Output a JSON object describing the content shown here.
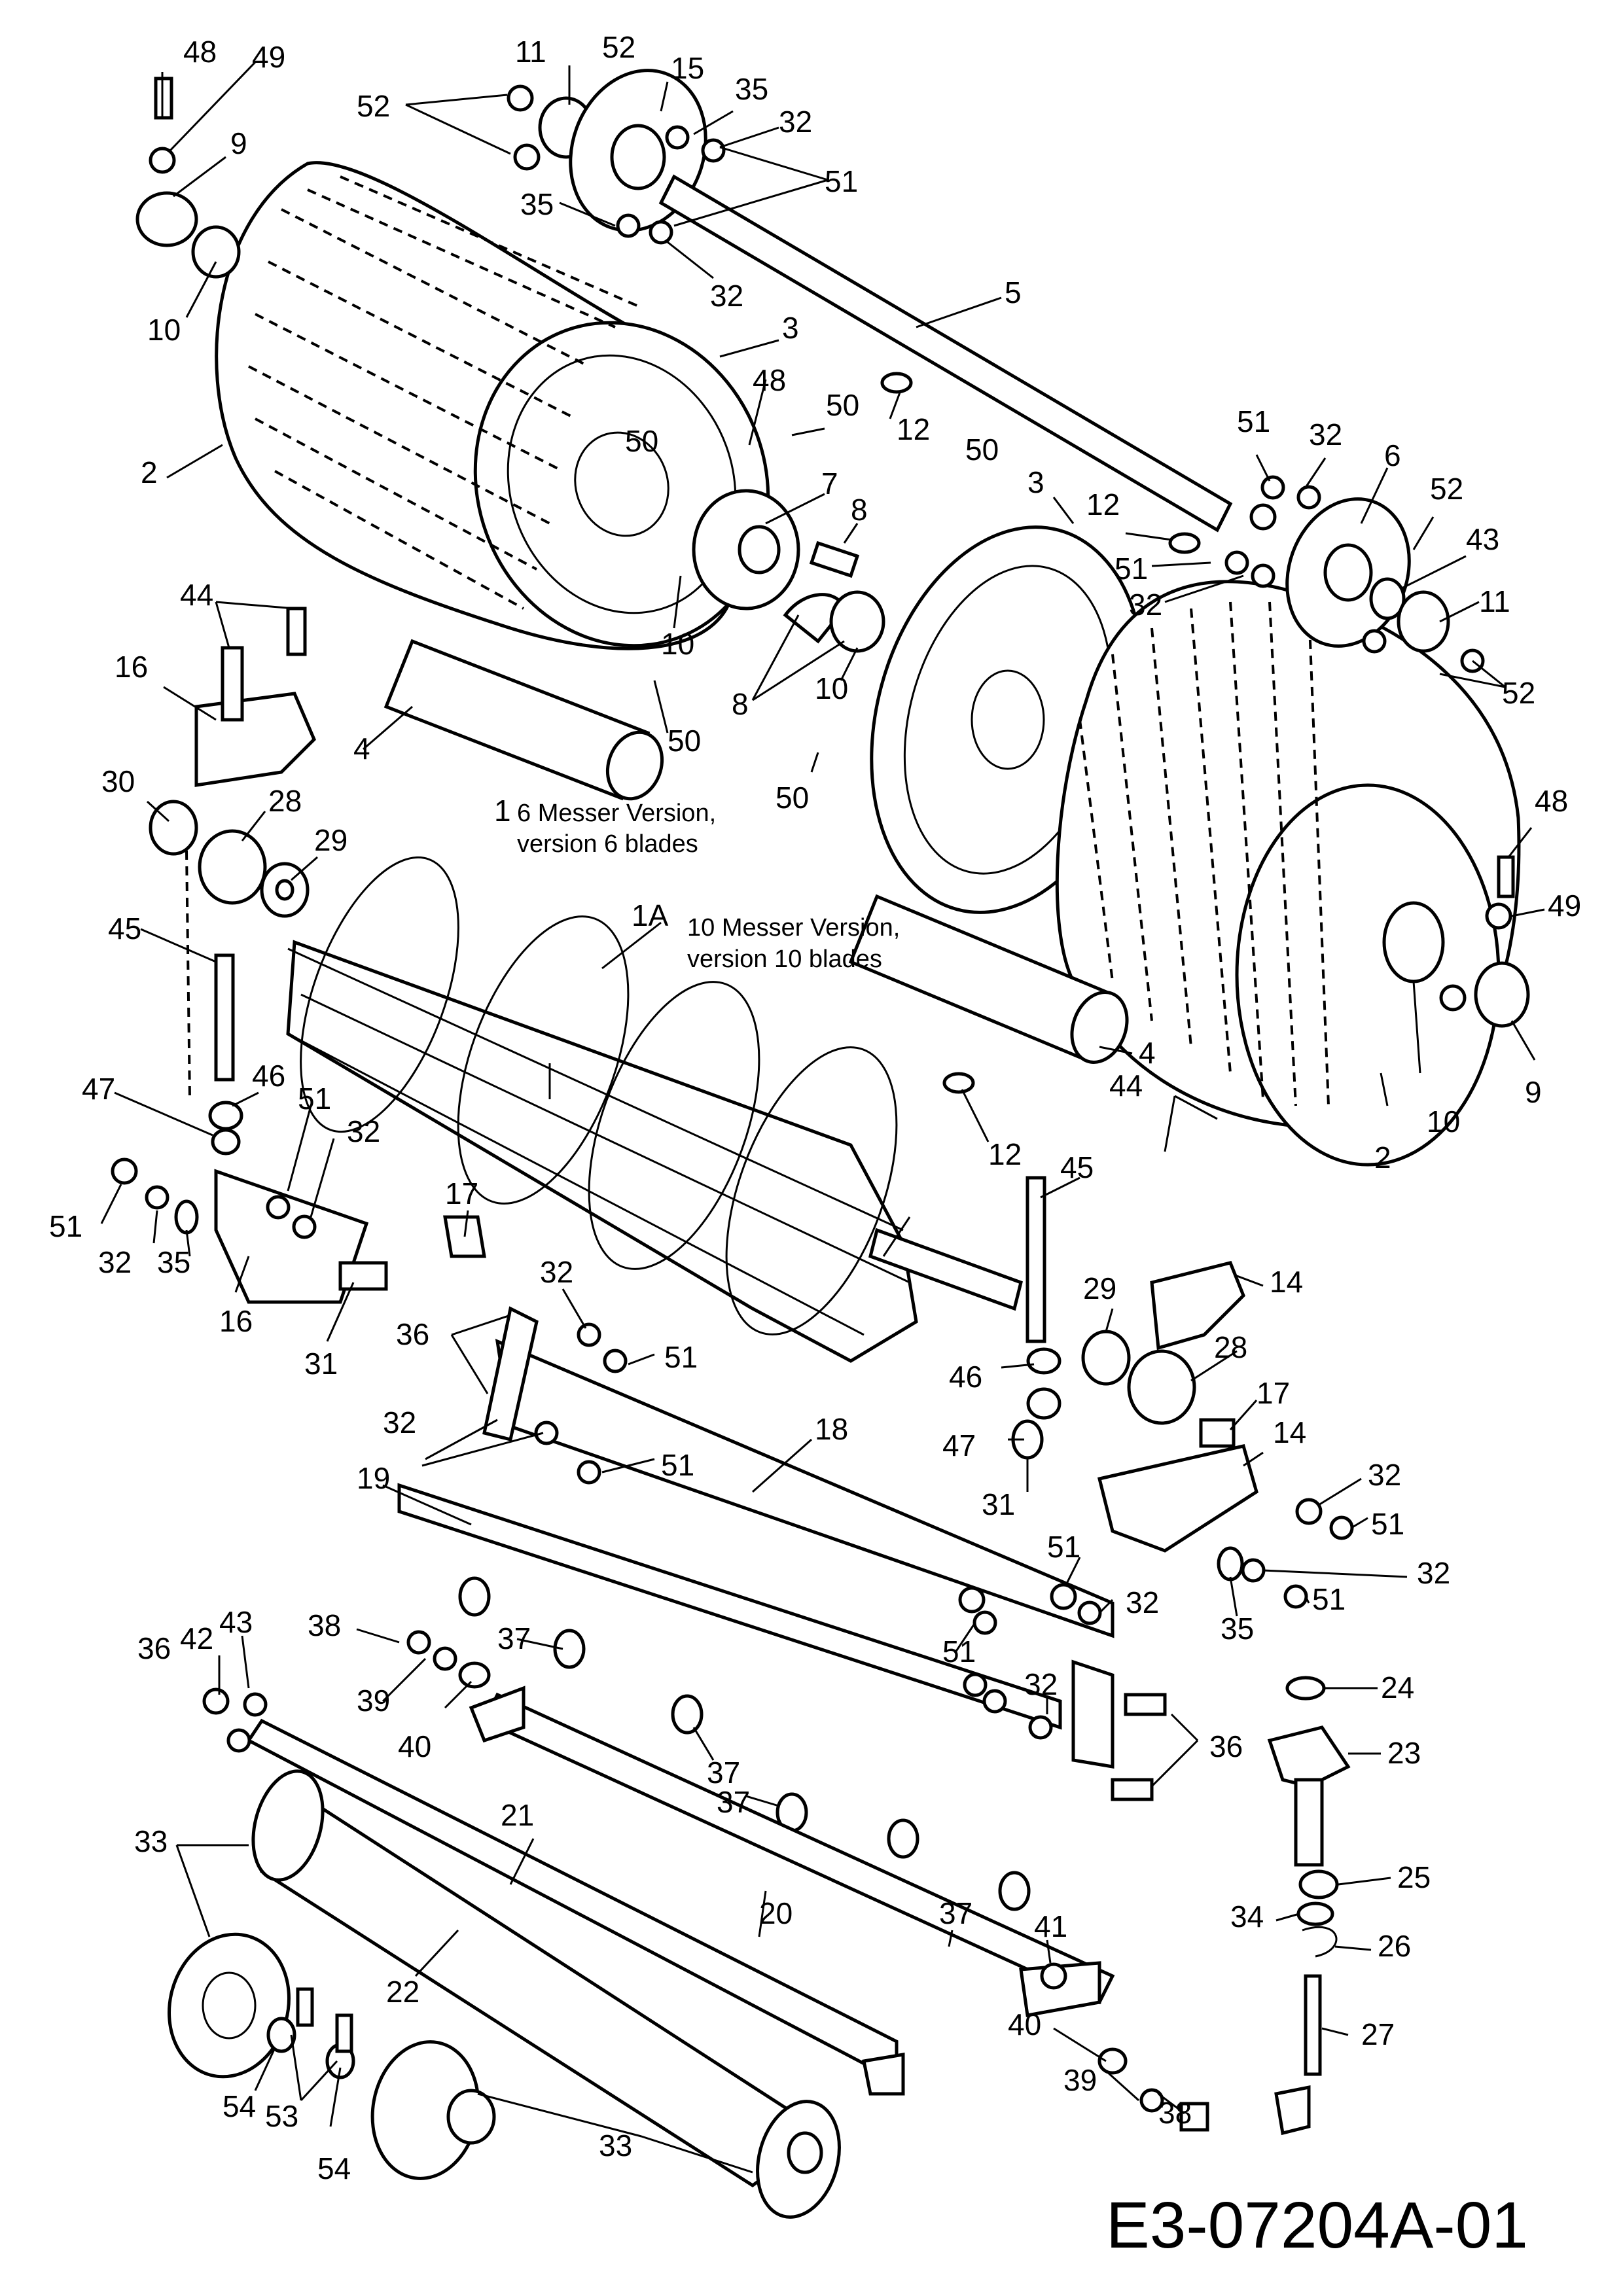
{
  "diagram": {
    "drawing_code": "E3-07204A-01",
    "notes": {
      "six_blade_num": "1",
      "six_blade_de": "6 Messer Version,",
      "six_blade_en": "version 6 blades",
      "ten_blade_num": "1A",
      "ten_blade_de": "10 Messer Version,",
      "ten_blade_en": "version 10 blades"
    },
    "labels": [
      "48",
      "49",
      "9",
      "10",
      "11",
      "52",
      "52",
      "15",
      "35",
      "32",
      "51",
      "35",
      "32",
      "5",
      "3",
      "48",
      "50",
      "50",
      "12",
      "2",
      "7",
      "8",
      "10",
      "8",
      "10",
      "50",
      "50",
      "4",
      "50",
      "51",
      "32",
      "6",
      "52",
      "12",
      "51",
      "32",
      "43",
      "11",
      "3",
      "52",
      "44",
      "16",
      "30",
      "28",
      "29",
      "45",
      "47",
      "46",
      "51",
      "32",
      "51",
      "32",
      "35",
      "16",
      "31",
      "17",
      "36",
      "32",
      "51",
      "32",
      "51",
      "19",
      "18",
      "12",
      "45",
      "14",
      "29",
      "28",
      "46",
      "17",
      "47",
      "14",
      "31",
      "32",
      "51",
      "51",
      "32",
      "35",
      "32",
      "51",
      "48",
      "49",
      "9",
      "10",
      "2",
      "4",
      "44",
      "43",
      "42",
      "38",
      "37",
      "39",
      "40",
      "37",
      "37",
      "51",
      "32",
      "36",
      "36",
      "24",
      "23",
      "25",
      "34",
      "26",
      "27",
      "33",
      "21",
      "20",
      "22",
      "41",
      "37",
      "54",
      "53",
      "54",
      "33",
      "40",
      "39",
      "38"
    ]
  }
}
